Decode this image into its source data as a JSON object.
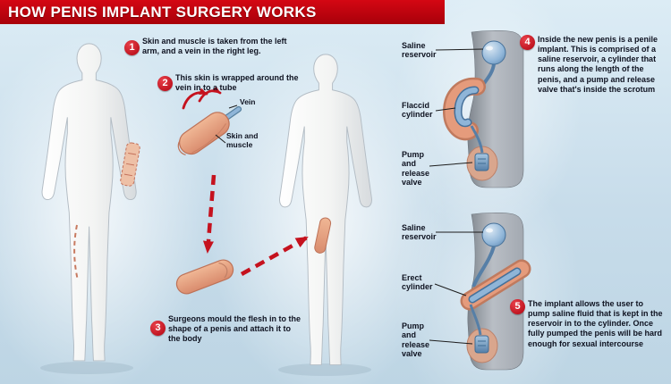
{
  "title": "HOW PENIS IMPLANT SURGERY WORKS",
  "steps": [
    {
      "num": "1",
      "text": "Skin and muscle is taken from the left arm, and a vein in the right leg."
    },
    {
      "num": "2",
      "text": "This skin is wrapped around the vein in to a tube"
    },
    {
      "num": "3",
      "text": "Surgeons mould the flesh in to the shape of a penis and attach it to the body"
    },
    {
      "num": "4",
      "text": "Inside the new penis is a penile implant. This is comprised of a saline reservoir, a cylinder that runs along the length of the penis, and a pump and release valve that's inside the scrotum"
    },
    {
      "num": "5",
      "text": "The implant allows the user to pump saline fluid that is kept in the reservoir in to the cylinder. Once fully pumped the penis will be hard enough for sexual intercourse"
    }
  ],
  "wrap_labels": {
    "vein": "Vein",
    "skin": "Skin and muscle"
  },
  "panels": {
    "top": {
      "reservoir": "Saline reservoir",
      "cylinder": "Flaccid cylinder",
      "valve": "Pump and release valve"
    },
    "bottom": {
      "reservoir": "Saline reservoir",
      "cylinder": "Erect cylinder",
      "valve": "Pump and release valve"
    }
  },
  "colors": {
    "banner_red": "#c40010",
    "accent_red": "#c5121e",
    "flesh": "#e59b7c",
    "implant_blue": "#8fb5d8",
    "background_blue": "#c7dcea"
  }
}
